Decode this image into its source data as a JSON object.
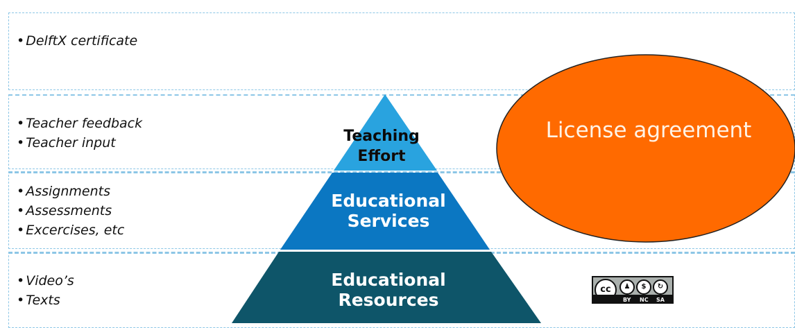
{
  "tiers": {
    "certificate": {
      "items": [
        "DelftX certificate"
      ]
    },
    "teaching": {
      "items": [
        "Teacher feedback",
        "Teacher input"
      ],
      "label_line1": "Teaching",
      "label_line2": "Effort"
    },
    "services": {
      "items": [
        "Assignments",
        "Assessments",
        "Excercises, etc"
      ],
      "label_line1": "Educational",
      "label_line2": "Services"
    },
    "resources": {
      "items": [
        "Video’s",
        "Texts"
      ],
      "label_line1": "Educational",
      "label_line2": "Resources"
    }
  },
  "license": {
    "label": "License agreement",
    "color": "#ff6a00"
  },
  "cc_badge": {
    "main": "cc",
    "terms": [
      "BY",
      "NC",
      "SA"
    ]
  },
  "colors": {
    "apex": "#29a3df",
    "middle": "#0b77c2",
    "base": "#0e5569",
    "border": "#4aa3d6"
  }
}
